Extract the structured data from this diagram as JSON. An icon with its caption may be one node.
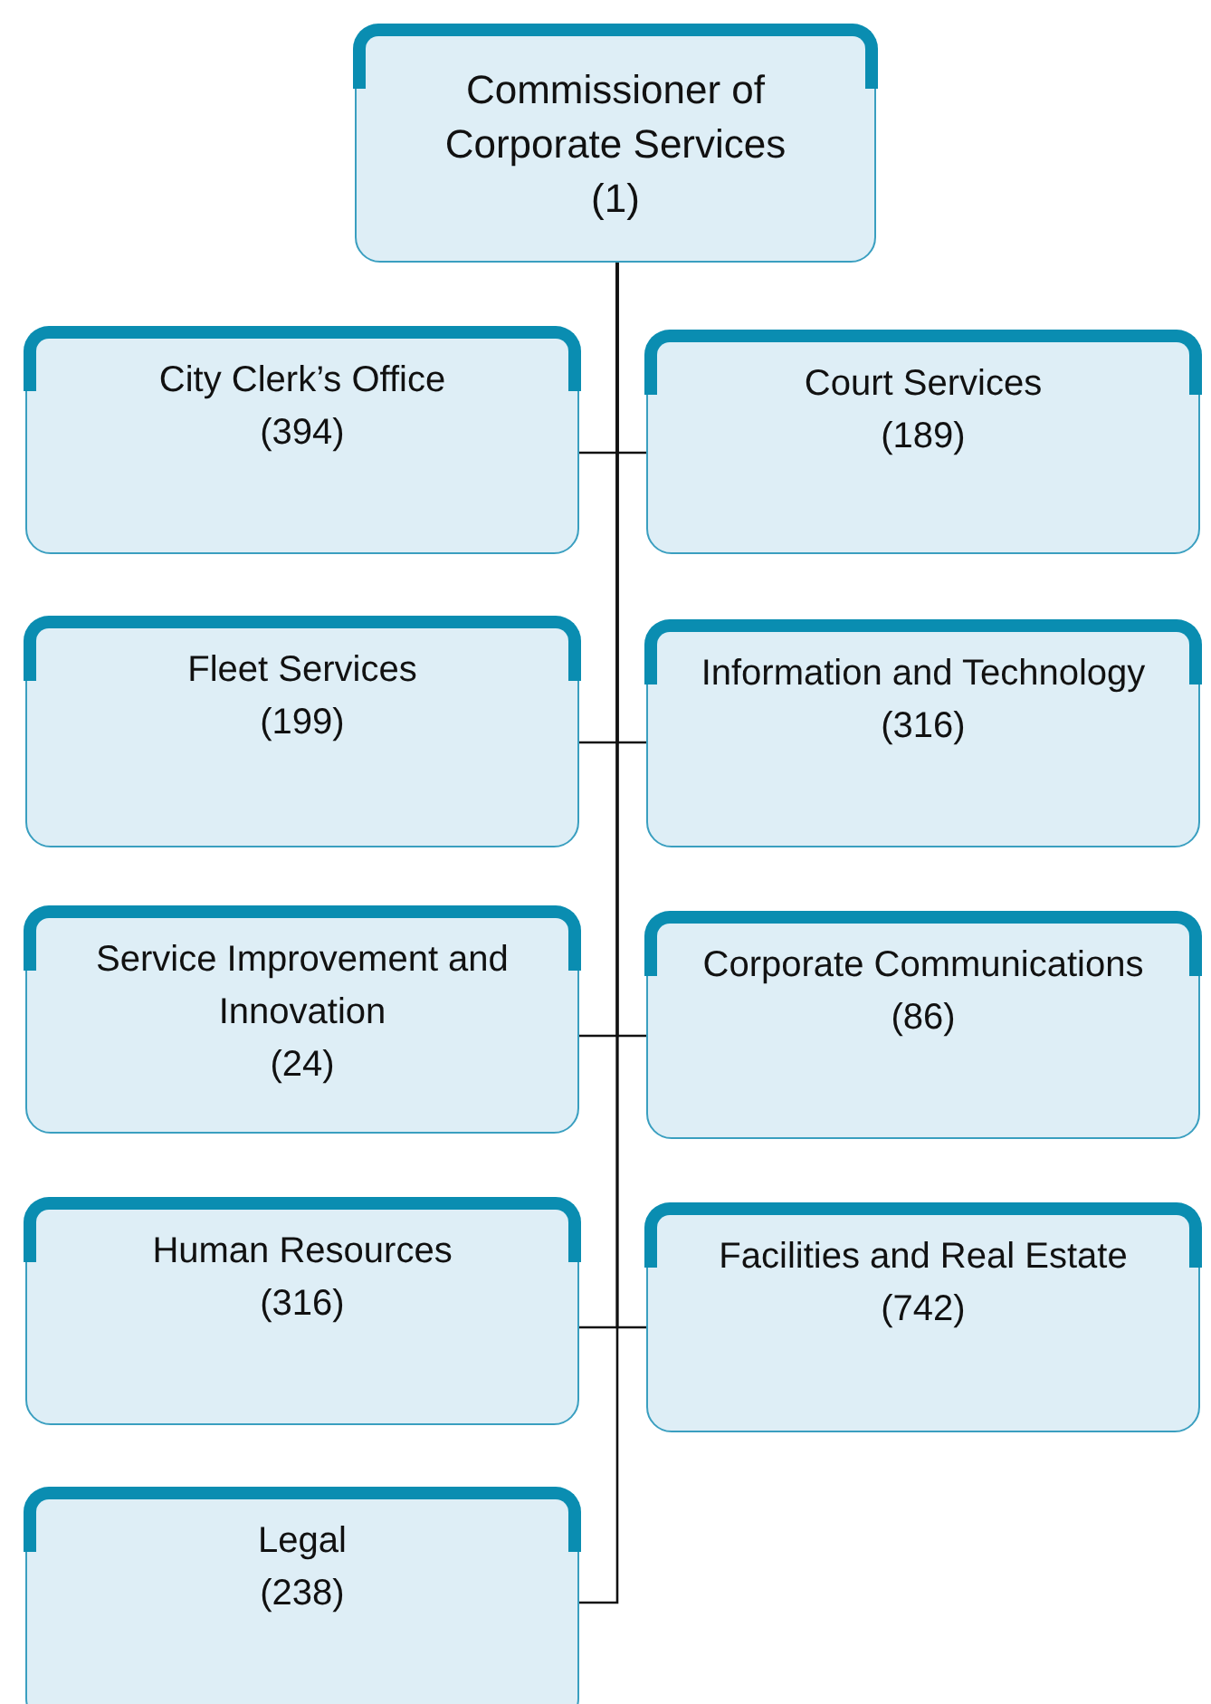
{
  "diagram": {
    "nodes": [
      {
        "text": [
          "Commissioner of Corporate Services",
          "(1)"
        ]
      },
      {
        "text": [
          "City Clerk’s Office",
          "(394)"
        ]
      },
      {
        "text": [
          "Court Services",
          "(189)"
        ]
      },
      {
        "text": [
          "Fleet Services",
          "(199)"
        ]
      },
      {
        "text": [
          "Information and Technology",
          "(316)"
        ]
      },
      {
        "text": [
          "Service Improvement and Innovation",
          "(24)"
        ]
      },
      {
        "text": [
          "Corporate Communications",
          "(86)"
        ]
      },
      {
        "text": [
          "Human Resources",
          "(316)"
        ]
      },
      {
        "text": [
          "Facilities and Real Estate",
          "(742)"
        ]
      },
      {
        "text": [
          "Legal",
          "(238)"
        ]
      }
    ],
    "edges": [
      {
        "from": 0,
        "to": 1,
        "arrow": "none"
      },
      {
        "from": 0,
        "to": 2,
        "arrow": "none"
      },
      {
        "from": 0,
        "to": 3,
        "arrow": "none"
      },
      {
        "from": 0,
        "to": 4,
        "arrow": "none"
      },
      {
        "from": 0,
        "to": 5,
        "arrow": "none"
      },
      {
        "from": 0,
        "to": 6,
        "arrow": "none"
      },
      {
        "from": 0,
        "to": 7,
        "arrow": "none"
      },
      {
        "from": 0,
        "to": 8,
        "arrow": "none"
      },
      {
        "from": 0,
        "to": 9,
        "arrow": "none"
      }
    ]
  }
}
